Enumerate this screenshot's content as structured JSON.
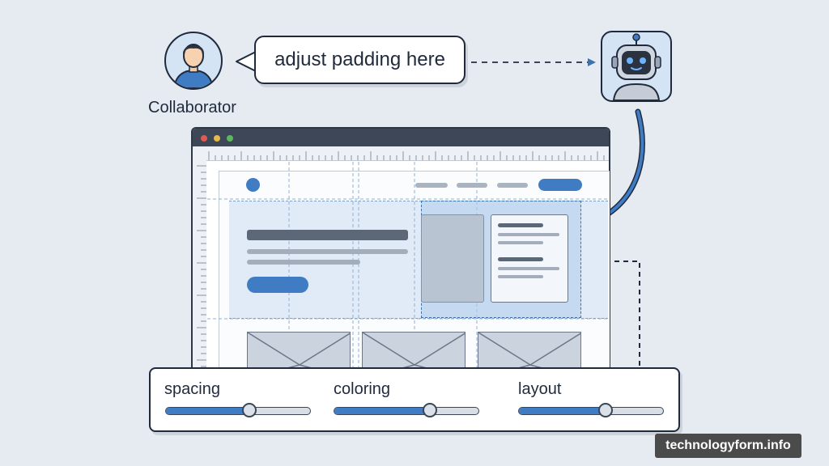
{
  "collaborator": {
    "label": "Collaborator",
    "icon": "person-icon"
  },
  "speech_bubble": {
    "text": "adjust padding here"
  },
  "bot": {
    "icon": "robot-icon"
  },
  "browser": {
    "traffic_lights": [
      "#e05a4f",
      "#e8b84a",
      "#5cb85c"
    ]
  },
  "controls": {
    "sliders": [
      {
        "label": "spacing",
        "level": 0.58
      },
      {
        "label": "coloring",
        "level": 0.66
      },
      {
        "label": "layout",
        "level": 0.6
      }
    ]
  },
  "watermark": {
    "text": "technologyform.info"
  },
  "colors": {
    "accent": "#3f7cc4",
    "dark": "#1f2a3c",
    "background": "#e6ebf2"
  }
}
